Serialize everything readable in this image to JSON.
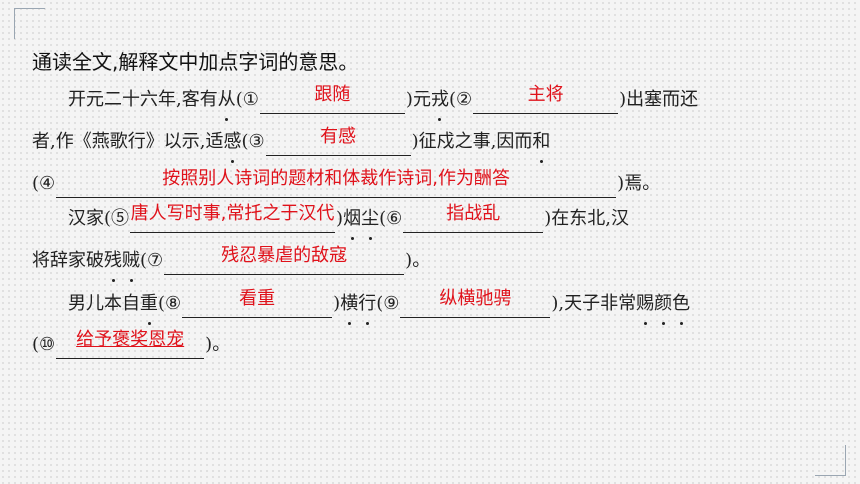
{
  "heading": "通读全文,解释文中加点字词的意思。",
  "lines": [
    {
      "parts": [
        {
          "t": "开元二十六年,客有"
        },
        {
          "dot": "从"
        },
        {
          "t": "(①"
        },
        {
          "blank": "跟随"
        },
        {
          "t": ")"
        },
        {
          "t": "元"
        },
        {
          "dot": "戎"
        },
        {
          "t": "(②"
        },
        {
          "blank": "主将"
        },
        {
          "t": ")出塞而还"
        }
      ]
    },
    {
      "parts": [
        {
          "t": "者,作《燕歌行》以示,适"
        },
        {
          "dot": "感"
        },
        {
          "t": "(③"
        },
        {
          "blank": "有感"
        },
        {
          "t": ")征戍之事,因而"
        },
        {
          "dot": "和"
        }
      ]
    },
    {
      "parts": [
        {
          "t": "(④"
        },
        {
          "blank": "按照别人诗词的题材和体裁作诗词,作为酬答"
        },
        {
          "t": ")焉。"
        }
      ]
    },
    {
      "parts": [
        {
          "t": "汉家(⑤"
        },
        {
          "blank": "唐人写时事,常托之于汉代"
        },
        {
          "t": ")"
        },
        {
          "dot": "烟"
        },
        {
          "dot": "尘"
        },
        {
          "t": "(⑥"
        },
        {
          "blank": "指战乱"
        },
        {
          "t": ")在东北,汉"
        }
      ]
    },
    {
      "parts": [
        {
          "t": "将辞家破"
        },
        {
          "dot": "残"
        },
        {
          "dot": "贼"
        },
        {
          "t": "(⑦"
        },
        {
          "blank": "残忍暴虐的敌寇"
        },
        {
          "t": ")。"
        }
      ]
    },
    {
      "parts": [
        {
          "t": "男儿本自"
        },
        {
          "dot": "重"
        },
        {
          "t": "(⑧"
        },
        {
          "blank": "看重"
        },
        {
          "t": ")"
        },
        {
          "dot": "横"
        },
        {
          "dot": "行"
        },
        {
          "t": "(⑨"
        },
        {
          "blank": "纵横驰骋"
        },
        {
          "t": "),天子非常"
        },
        {
          "dot": "赐"
        },
        {
          "dot": "颜"
        },
        {
          "dot": "色"
        }
      ]
    },
    {
      "parts": [
        {
          "t": "(⑩"
        },
        {
          "blank": "给予褒奖恩宠"
        },
        {
          "t": ")。"
        }
      ]
    }
  ]
}
